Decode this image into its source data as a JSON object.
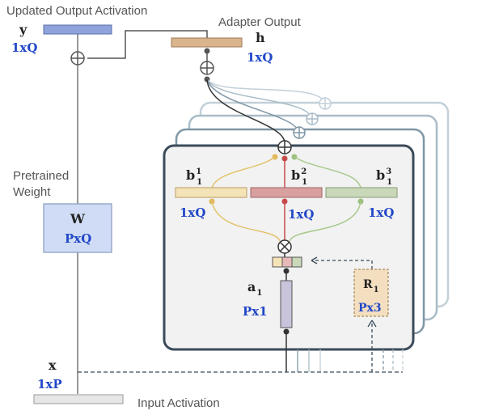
{
  "labels": {
    "updated_output": "Updated Output Activation",
    "adapter_output": "Adapter Output",
    "pretrained_weight_line1": "Pretrained",
    "pretrained_weight_line2": "Weight",
    "input_activation": "Input Activation"
  },
  "vars": {
    "y": "y",
    "y_dim": "1xQ",
    "h": "h",
    "h_dim": "1xQ",
    "W": "W",
    "W_dim": "PxQ",
    "x": "x",
    "x_dim": "1xP",
    "b1": "b",
    "b1_sup": "1",
    "b1_sub": "1",
    "b1_dim": "1xQ",
    "b2": "b",
    "b2_sup": "2",
    "b2_sub": "1",
    "b2_dim": "1xQ",
    "b3": "b",
    "b3_sup": "3",
    "b3_sub": "1",
    "b3_dim": "1xQ",
    "a": "a",
    "a_sub": "1",
    "a_dim": "Px1",
    "R": "R",
    "R_sub": "1",
    "R_dim": "Px3"
  },
  "symbols": {
    "add": "⊕",
    "multiply": "⊗"
  },
  "colors": {
    "output_bar": "#8ea3dc",
    "adapter_bar": "#d9b48c",
    "weight_box": "#d0dcf5",
    "b1_color": "#f5e3b8",
    "b2_color": "#d9a0a0",
    "b3_color": "#c8d8b8",
    "frame_border": "#3b4b5a",
    "label_blue": "#2147c8"
  }
}
